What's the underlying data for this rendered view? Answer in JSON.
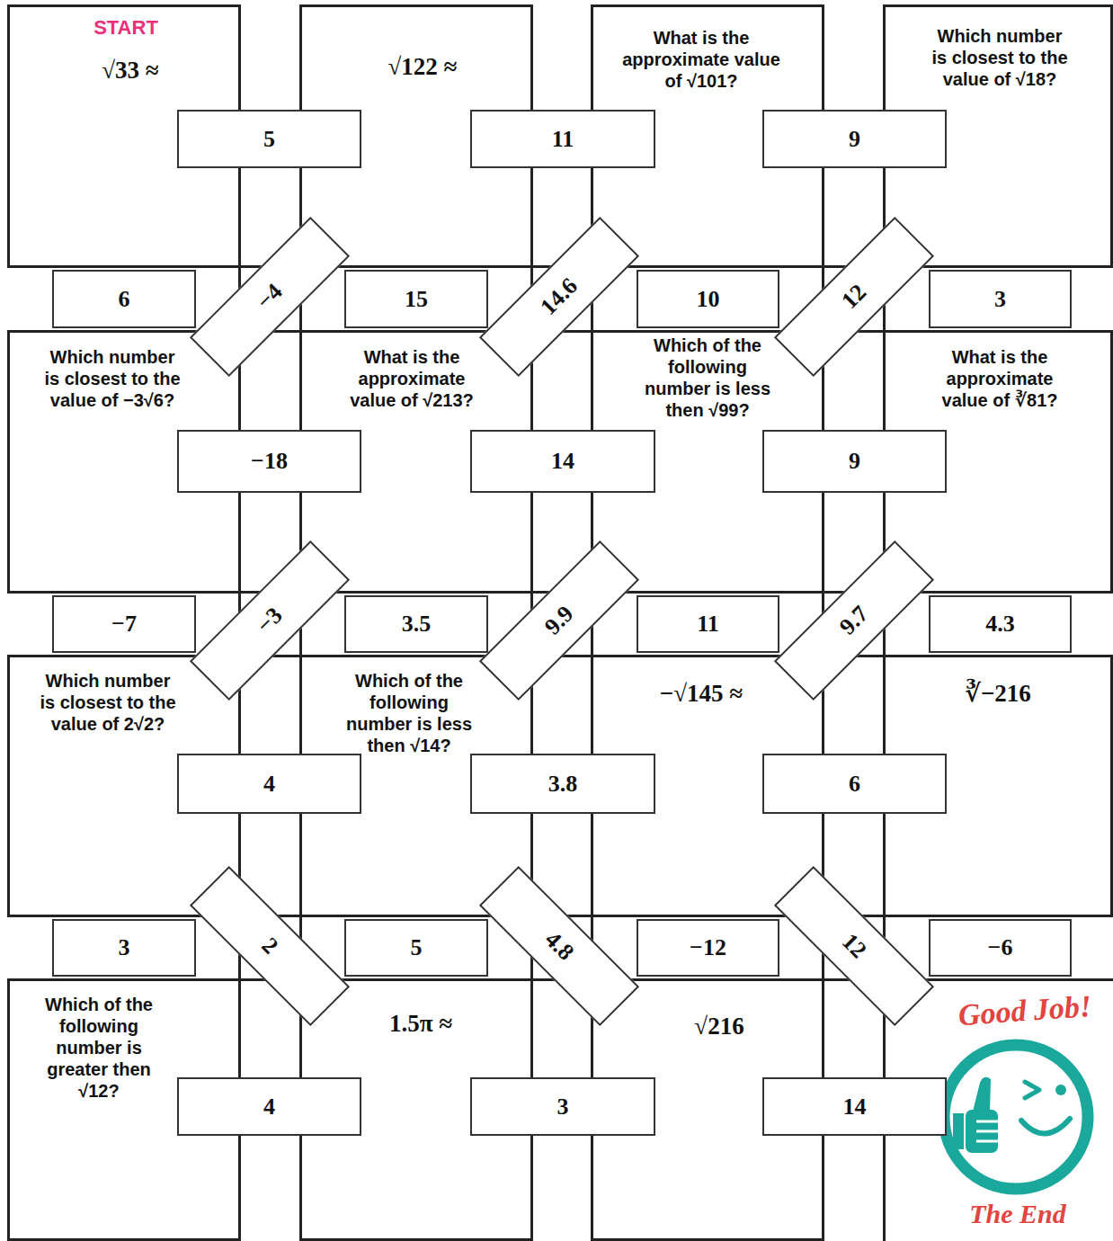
{
  "diagram": {
    "nodes": [
      {
        "text": [
          "START",
          "√33 ≈"
        ]
      },
      {
        "text": [
          "√122 ≈"
        ]
      },
      {
        "text": [
          "What is the approximate value of √101?"
        ]
      },
      {
        "text": [
          "Which number is closest to the value of √18?"
        ]
      },
      {
        "text": [
          "5"
        ]
      },
      {
        "text": [
          "11"
        ]
      },
      {
        "text": [
          "9"
        ]
      },
      {
        "text": [
          "6"
        ]
      },
      {
        "text": [
          "−4"
        ]
      },
      {
        "text": [
          "15"
        ]
      },
      {
        "text": [
          "14.6"
        ]
      },
      {
        "text": [
          "10"
        ]
      },
      {
        "text": [
          "12"
        ]
      },
      {
        "text": [
          "3"
        ]
      },
      {
        "text": [
          "Which number is closest to the value of −3√6?"
        ]
      },
      {
        "text": [
          "What is the approximate value of √213?"
        ]
      },
      {
        "text": [
          "Which of the following number is less then √99?"
        ]
      },
      {
        "text": [
          "What is the approximate value of ∛81?"
        ]
      },
      {
        "text": [
          "−18"
        ]
      },
      {
        "text": [
          "14"
        ]
      },
      {
        "text": [
          "9"
        ]
      },
      {
        "text": [
          "−7"
        ]
      },
      {
        "text": [
          "−3"
        ]
      },
      {
        "text": [
          "3.5"
        ]
      },
      {
        "text": [
          "9.9"
        ]
      },
      {
        "text": [
          "11"
        ]
      },
      {
        "text": [
          "9.7"
        ]
      },
      {
        "text": [
          "4.3"
        ]
      },
      {
        "text": [
          "Which number is closest to the value of 2√2?"
        ]
      },
      {
        "text": [
          "Which of the following number is less then √14?"
        ]
      },
      {
        "text": [
          "−√145 ≈"
        ]
      },
      {
        "text": [
          "∛−216"
        ]
      },
      {
        "text": [
          "4"
        ]
      },
      {
        "text": [
          "3.8"
        ]
      },
      {
        "text": [
          "6"
        ]
      },
      {
        "text": [
          "3"
        ]
      },
      {
        "text": [
          "2"
        ]
      },
      {
        "text": [
          "5"
        ]
      },
      {
        "text": [
          "4.8"
        ]
      },
      {
        "text": [
          "−12"
        ]
      },
      {
        "text": [
          "12"
        ]
      },
      {
        "text": [
          "−6"
        ]
      },
      {
        "text": [
          "Which of the following number is greater then √12?"
        ]
      },
      {
        "text": [
          "1.5π ≈"
        ]
      },
      {
        "text": [
          "√216"
        ]
      },
      {
        "text": [
          "Good Job!",
          "The End"
        ]
      },
      {
        "text": [
          "4"
        ]
      },
      {
        "text": [
          "3"
        ]
      },
      {
        "text": [
          "14"
        ]
      }
    ]
  }
}
